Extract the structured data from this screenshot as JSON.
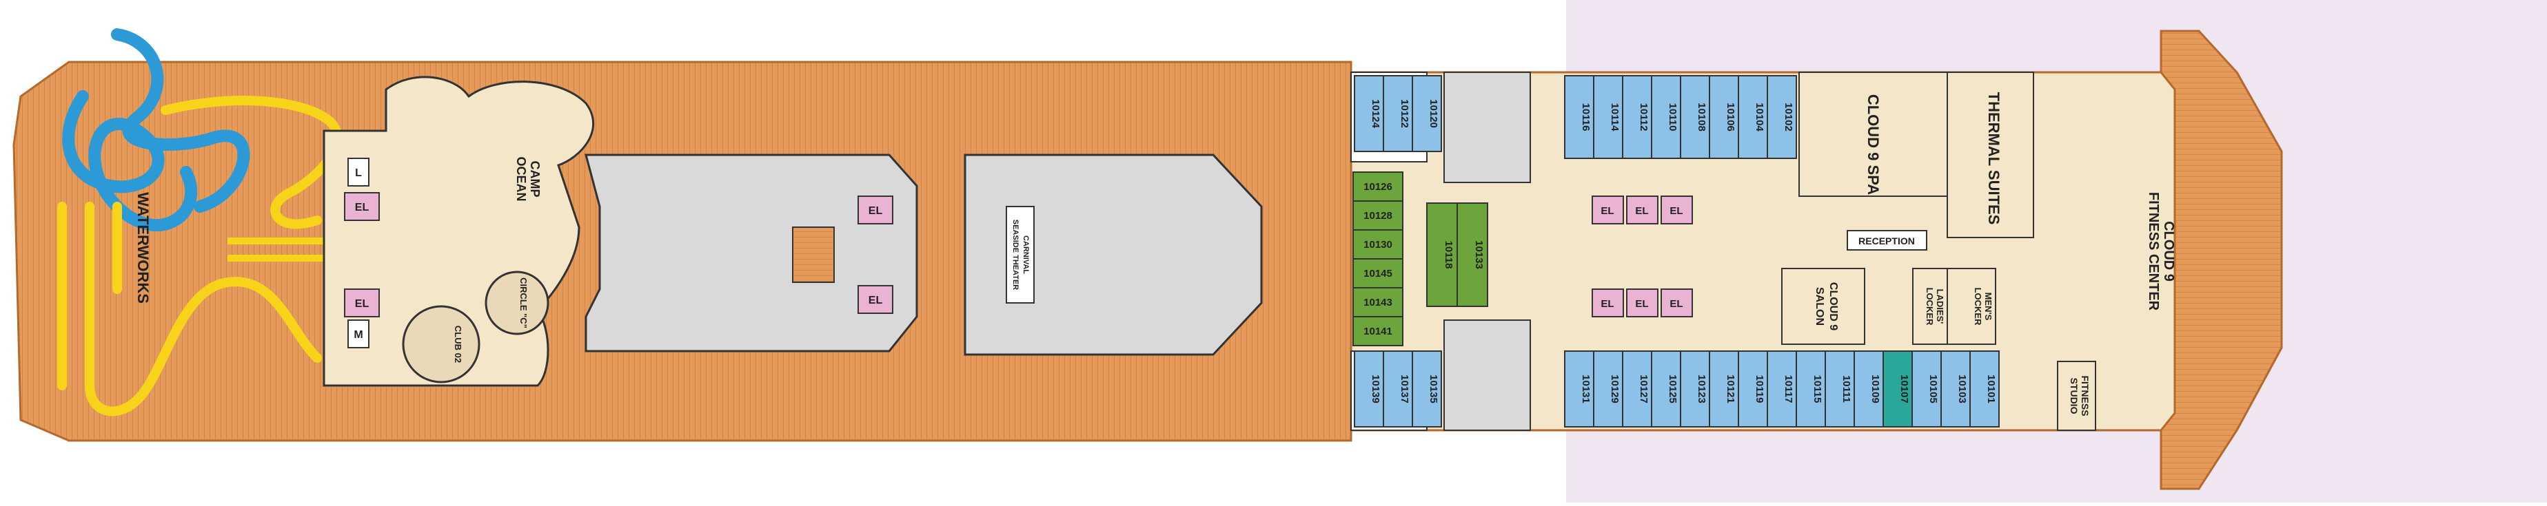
{
  "deck": {
    "labels": {
      "waterworks": "WATERWORKS",
      "camp_ocean_line1": "CAMP",
      "camp_ocean_line2": "OCEAN",
      "circle_c": "CIRCLE \"C\"",
      "club_02": "CLUB 02",
      "theater_line1": "CARNIVAL",
      "theater_line2": "SEASIDE THEATER",
      "cloud9_spa": "CLOUD 9 SPA",
      "thermal_suites": "THERMAL SUITES",
      "reception": "RECEPTION",
      "cloud9_salon_line1": "CLOUD 9",
      "cloud9_salon_line2": "SALON",
      "ladies_locker_line1": "LADIES'",
      "ladies_locker_line2": "LOCKER",
      "mens_locker_line1": "MEN'S",
      "mens_locker_line2": "LOCKER",
      "fitness_center_line1": "CLOUD 9",
      "fitness_center_line2": "FITNESS CENTER",
      "fitness_studio_line1": "FITNESS",
      "fitness_studio_line2": "STUDIO",
      "elevator": "EL",
      "mens_restroom": "M",
      "ladies_restroom": "L"
    },
    "cabins_top_fwd": [
      "10102",
      "10104",
      "10106",
      "10108",
      "10110",
      "10112",
      "10114",
      "10116"
    ],
    "cabins_top_aft": [
      "10120",
      "10122",
      "10124"
    ],
    "cabins_bottom_fwd": [
      "10101",
      "10103",
      "10105",
      "10107",
      "10109",
      "10111",
      "10115",
      "10117",
      "10119",
      "10121",
      "10123",
      "10125",
      "10127",
      "10129",
      "10131"
    ],
    "cabins_bottom_aft": [
      "10135",
      "10137",
      "10139"
    ],
    "cabins_green_aft": [
      "10126",
      "10128",
      "10130",
      "10145",
      "10143",
      "10141"
    ],
    "cabins_green_mid": [
      "10118",
      "10133"
    ],
    "colors": {
      "deck_wood": "#e49a5a",
      "interior": "#f4e6c8",
      "cabin_blue": "#8ec1e8",
      "suite_green": "#6ca53c",
      "accessible_teal": "#2aa79a",
      "elevator_pink": "#eab3d3",
      "slide_yellow": "#f7d31a",
      "slide_blue": "#2b9ad6",
      "gray_area": "#d9d9d9"
    }
  }
}
